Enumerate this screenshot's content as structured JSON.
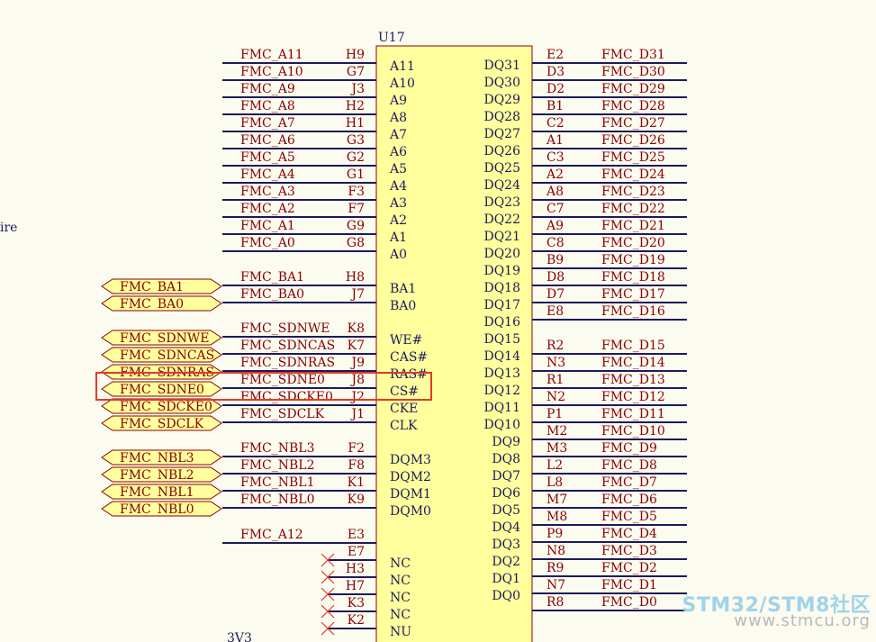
{
  "component": {
    "designator": "U17",
    "left_pins": [
      {
        "net": "FMC_A11",
        "num": "H9",
        "name": "A11"
      },
      {
        "net": "FMC_A10",
        "num": "G7",
        "name": "A10"
      },
      {
        "net": "FMC_A9",
        "num": "J3",
        "name": "A9"
      },
      {
        "net": "FMC_A8",
        "num": "H2",
        "name": "A8"
      },
      {
        "net": "FMC_A7",
        "num": "H1",
        "name": "A7"
      },
      {
        "net": "FMC_A6",
        "num": "G3",
        "name": "A6"
      },
      {
        "net": "FMC_A5",
        "num": "G2",
        "name": "A5"
      },
      {
        "net": "FMC_A4",
        "num": "G1",
        "name": "A4"
      },
      {
        "net": "FMC_A3",
        "num": "F3",
        "name": "A3"
      },
      {
        "net": "FMC_A2",
        "num": "F7",
        "name": "A2"
      },
      {
        "net": "FMC_A1",
        "num": "G9",
        "name": "A1"
      },
      {
        "net": "FMC_A0",
        "num": "G8",
        "name": "A0"
      },
      {
        "net": "FMC_BA1",
        "num": "H8",
        "name": "BA1"
      },
      {
        "net": "FMC_BA0",
        "num": "J7",
        "name": "BA0"
      },
      {
        "net": "FMC_SDNWE",
        "num": "K8",
        "name": "WE#"
      },
      {
        "net": "FMC_SDNCAS",
        "num": "K7",
        "name": "CAS#"
      },
      {
        "net": "FMC_SDNRAS",
        "num": "J9",
        "name": "RAS#"
      },
      {
        "net": "FMC_SDNE0",
        "num": "J8",
        "name": "CS#"
      },
      {
        "net": "FMC_SDCKE0",
        "num": "J2",
        "name": "CKE"
      },
      {
        "net": "FMC_SDCLK",
        "num": "J1",
        "name": "CLK"
      },
      {
        "net": "FMC_NBL3",
        "num": "F2",
        "name": "DQM3"
      },
      {
        "net": "FMC_NBL2",
        "num": "F8",
        "name": "DQM2"
      },
      {
        "net": "FMC_NBL1",
        "num": "K1",
        "name": "DQM1"
      },
      {
        "net": "FMC_NBL0",
        "num": "K9",
        "name": "DQM0"
      },
      {
        "net": "FMC_A12",
        "num": "E3",
        "name": ""
      },
      {
        "net": "",
        "num": "E7",
        "name": "NC"
      },
      {
        "net": "",
        "num": "H3",
        "name": "NC"
      },
      {
        "net": "",
        "num": "H7",
        "name": "NC"
      },
      {
        "net": "",
        "num": "K3",
        "name": "NC"
      },
      {
        "net": "",
        "num": "K2",
        "name": "NU"
      }
    ],
    "dq_names": [
      "DQ31",
      "DQ30",
      "DQ29",
      "DQ28",
      "DQ27",
      "DQ26",
      "DQ25",
      "DQ24",
      "DQ23",
      "DQ22",
      "DQ21",
      "DQ20",
      "DQ19",
      "DQ18",
      "DQ17",
      "DQ16",
      "DQ15",
      "DQ14",
      "DQ13",
      "DQ12",
      "DQ11",
      "DQ10",
      "DQ9",
      "DQ8",
      "DQ7",
      "DQ6",
      "DQ5",
      "DQ4",
      "DQ3",
      "DQ2",
      "DQ1",
      "DQ0"
    ],
    "right_pins": [
      {
        "num": "E2",
        "net": "FMC_D31"
      },
      {
        "num": "D3",
        "net": "FMC_D30"
      },
      {
        "num": "D2",
        "net": "FMC_D29"
      },
      {
        "num": "B1",
        "net": "FMC_D28"
      },
      {
        "num": "C2",
        "net": "FMC_D27"
      },
      {
        "num": "A1",
        "net": "FMC_D26"
      },
      {
        "num": "C3",
        "net": "FMC_D25"
      },
      {
        "num": "A2",
        "net": "FMC_D24"
      },
      {
        "num": "A8",
        "net": "FMC_D23"
      },
      {
        "num": "C7",
        "net": "FMC_D22"
      },
      {
        "num": "A9",
        "net": "FMC_D21"
      },
      {
        "num": "C8",
        "net": "FMC_D20"
      },
      {
        "num": "B9",
        "net": "FMC_D19"
      },
      {
        "num": "D8",
        "net": "FMC_D18"
      },
      {
        "num": "D7",
        "net": "FMC_D17"
      },
      {
        "num": "E8",
        "net": "FMC_D16"
      },
      {
        "num": "R2",
        "net": "FMC_D15"
      },
      {
        "num": "N3",
        "net": "FMC_D14"
      },
      {
        "num": "R1",
        "net": "FMC_D13"
      },
      {
        "num": "N2",
        "net": "FMC_D12"
      },
      {
        "num": "P1",
        "net": "FMC_D11"
      },
      {
        "num": "M2",
        "net": "FMC_D10"
      },
      {
        "num": "M3",
        "net": "FMC_D9"
      },
      {
        "num": "L2",
        "net": "FMC_D8"
      },
      {
        "num": "L8",
        "net": "FMC_D7"
      },
      {
        "num": "M7",
        "net": "FMC_D6"
      },
      {
        "num": "M8",
        "net": "FMC_D5"
      },
      {
        "num": "P9",
        "net": "FMC_D4"
      },
      {
        "num": "N8",
        "net": "FMC_D3"
      },
      {
        "num": "R9",
        "net": "FMC_D2"
      },
      {
        "num": "N7",
        "net": "FMC_D1"
      },
      {
        "num": "R8",
        "net": "FMC_D0"
      }
    ]
  },
  "ports": [
    "FMC_BA1",
    "FMC_BA0",
    "FMC_SDNWE",
    "FMC_SDNCAS",
    "FMC_SDNRAS",
    "FMC_SDNE0",
    "FMC_SDCKE0",
    "FMC_SDCLK",
    "FMC_NBL3",
    "FMC_NBL2",
    "FMC_NBL1",
    "FMC_NBL0"
  ],
  "fragments": {
    "left_edge": "ire",
    "bottom": "3V3"
  },
  "highlight": {
    "net": "FMC_SDNE0",
    "color": "#e23a2a"
  },
  "watermark": {
    "title": "STM32/STM8社区",
    "url": "www.stmcu.org"
  },
  "colors": {
    "background": "#fbfbf0",
    "ic_body": "#ffff9e",
    "ic_border": "#8b0000",
    "wire": "#1b1b5a",
    "net_label": "#8b0000",
    "pin_name": "#1b1b5a",
    "port_fill": "#ffff9e",
    "port_border": "#8b0000",
    "no_connect": "#e23a2a"
  }
}
